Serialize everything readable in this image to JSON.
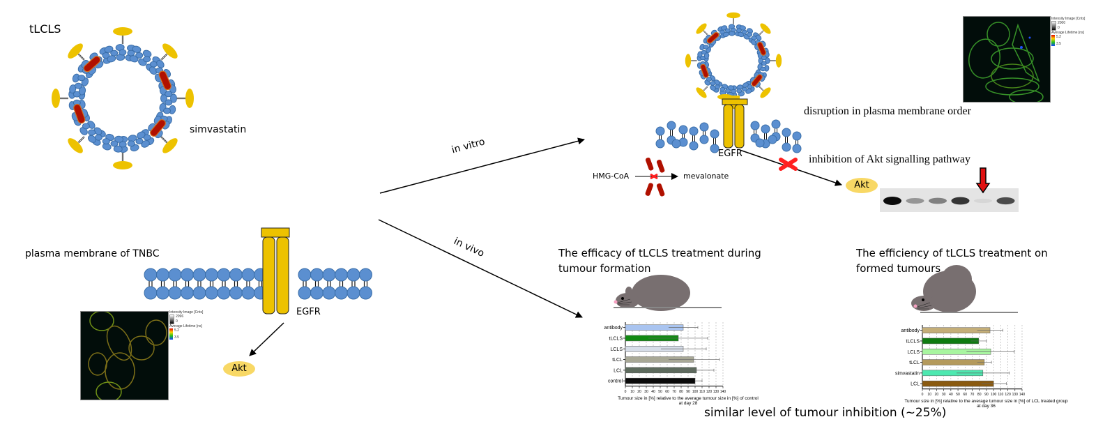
{
  "labels": {
    "tlcls": "tLCLS",
    "simvastatin": "simvastatin",
    "plasma_membrane": "plasma membrane of TNBC",
    "egfr_left": "EGFR",
    "egfr_right": "EGFR",
    "akt_left": "Akt",
    "akt_right": "Akt",
    "in_vitro": "in vitro",
    "in_vivo": "in vivo",
    "hmg_coa": "HMG-CoA",
    "mevalonate": "mevalonate",
    "disruption": "disruption  in plasma membrane order",
    "inhibition_akt": "inhibition  of Akt signalling  pathway",
    "efficacy_title_1": "The efficacy of tLCLS treatment during",
    "efficacy_title_2": "tumour formation",
    "efficiency_title_1": "The efficiency of tLCLS treatment on",
    "efficiency_title_2": "formed tumours",
    "conclusion": "similar level of tumour inhibition (~25%)"
  },
  "micrograph_legend": {
    "intensity_label": "Intensity Image [Cnts]",
    "intensity_max_left": "2096",
    "intensity_max_right": "2000",
    "intensity_min": "0",
    "lifetime_label": "Average Lifetime [ns]",
    "lifetime_max": "5.2",
    "lifetime_min": "3.5"
  },
  "western_blot": {
    "lanes": 6,
    "band_intensity": [
      1.0,
      0.35,
      0.45,
      0.8,
      0.05,
      0.7
    ],
    "arrow_lane": 5
  },
  "chart_data": [
    {
      "type": "bar",
      "orientation": "horizontal",
      "title": "The efficacy of tLCLS treatment during tumour formation",
      "categories": [
        "antibody",
        "tLCLS",
        "LCLS",
        "tLCL",
        "LCL",
        "control"
      ],
      "values": [
        83,
        76,
        83,
        98,
        102,
        100
      ],
      "error_low": [
        62,
        33,
        51,
        62,
        76,
        100
      ],
      "error_high": [
        104,
        118,
        116,
        135,
        127,
        110
      ],
      "colors": [
        "#a9c4f0",
        "#128a12",
        "#d6dde8",
        "#a8a896",
        "#5d6b5d",
        "#0a0a0a"
      ],
      "xlabel": "Tumour size in [%] relative to the average tumour size in [%] of control",
      "xlabel2": "at day 28",
      "xlim": [
        0,
        140
      ],
      "xticks": [
        0,
        10,
        20,
        30,
        40,
        50,
        60,
        70,
        80,
        90,
        100,
        110,
        120,
        130,
        140
      ],
      "grid": true
    },
    {
      "type": "bar",
      "orientation": "horizontal",
      "title": "The efficiency of tLCLS treatment on formed tumours",
      "categories": [
        "antibody",
        "tLCLS",
        "LCLS",
        "tLCL",
        "simvastatin",
        "LCL"
      ],
      "values": [
        95,
        79,
        96,
        87,
        85,
        100
      ],
      "error_low": [
        77,
        68,
        62,
        77,
        48,
        83
      ],
      "error_high": [
        113,
        90,
        129,
        97,
        122,
        118
      ],
      "colors": [
        "#c4ae78",
        "#0e7a10",
        "#a8f5a0",
        "#b49a5c",
        "#4de8b0",
        "#8a5a10"
      ],
      "xlabel": "Tumour size in [%] relative to the average tumour size in [%] of LCL treated group",
      "xlabel2": "at day 36",
      "xlim": [
        0,
        140
      ],
      "xticks": [
        0,
        10,
        20,
        30,
        40,
        50,
        60,
        70,
        80,
        90,
        100,
        110,
        120,
        130,
        140
      ],
      "grid": true
    }
  ],
  "colors": {
    "lipid_blue": "#5b8fd0",
    "lipid_stroke": "#3a6ea8",
    "egfr_yellow": "#edc200",
    "simvastatin_red": "#b01000",
    "inhibit_red": "#ff2020",
    "mouse_gray": "#786f70"
  }
}
